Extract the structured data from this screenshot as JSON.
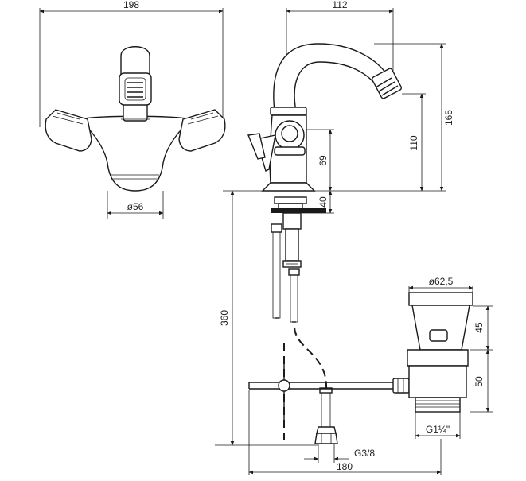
{
  "dimensions": {
    "top_width": "198",
    "side_depth": "112",
    "overall_height": "165",
    "spout_height": "110",
    "lever_height": "69",
    "deck_thickness": "40",
    "base_diameter": "ø56",
    "hose_length": "360",
    "drain_diameter": "ø62,5",
    "drain_head_height": "45",
    "drain_body_height": "50",
    "drain_thread": "G1¼\"",
    "inlet_thread": "G3/8",
    "rod_length": "180"
  }
}
